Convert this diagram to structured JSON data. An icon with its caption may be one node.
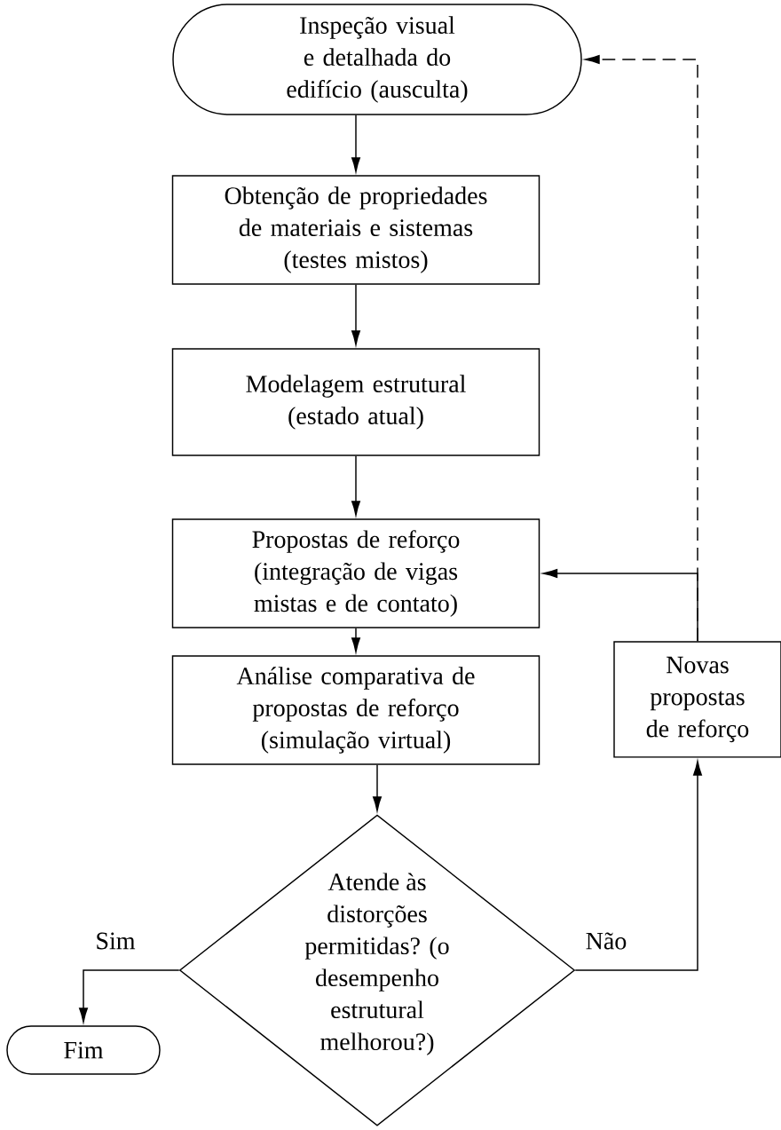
{
  "diagram": {
    "nodes": [
      {
        "text": [
          "Inspeção visual e detalhada do edifício (ausculta)"
        ]
      },
      {
        "text": [
          "Obtenção de propriedades de materiais e sistemas (testes mistos)"
        ]
      },
      {
        "text": [
          "Modelagem estrutural (estado atual)"
        ]
      },
      {
        "text": [
          "Propostas de reforço (integração de vigas mistas e de contato)"
        ]
      },
      {
        "text": [
          "Análise comparativa de propostas de reforço (simulação virtual)"
        ]
      },
      {
        "text": [
          "Atende às distorções permitidas? (o desempenho estrutural melhorou?)"
        ]
      },
      {
        "text": [
          "Novas propostas de reforço"
        ]
      },
      {
        "text": [
          "Fim"
        ]
      }
    ],
    "edges": [
      {
        "from": 0,
        "to": 1,
        "arrow": "to"
      },
      {
        "from": 1,
        "to": 2,
        "arrow": "to"
      },
      {
        "from": 2,
        "to": 3,
        "arrow": "to"
      },
      {
        "from": 3,
        "to": 4,
        "arrow": "to"
      },
      {
        "from": 4,
        "to": 5,
        "arrow": "to"
      },
      {
        "from": 5,
        "to": 7,
        "arrow": "to",
        "label": "Sim"
      },
      {
        "from": 5,
        "to": 6,
        "arrow": "to",
        "label": "Não"
      },
      {
        "from": 6,
        "to": 3,
        "arrow": "to"
      },
      {
        "from": 6,
        "to": 0,
        "arrow": "to",
        "style": "dashed"
      }
    ]
  }
}
